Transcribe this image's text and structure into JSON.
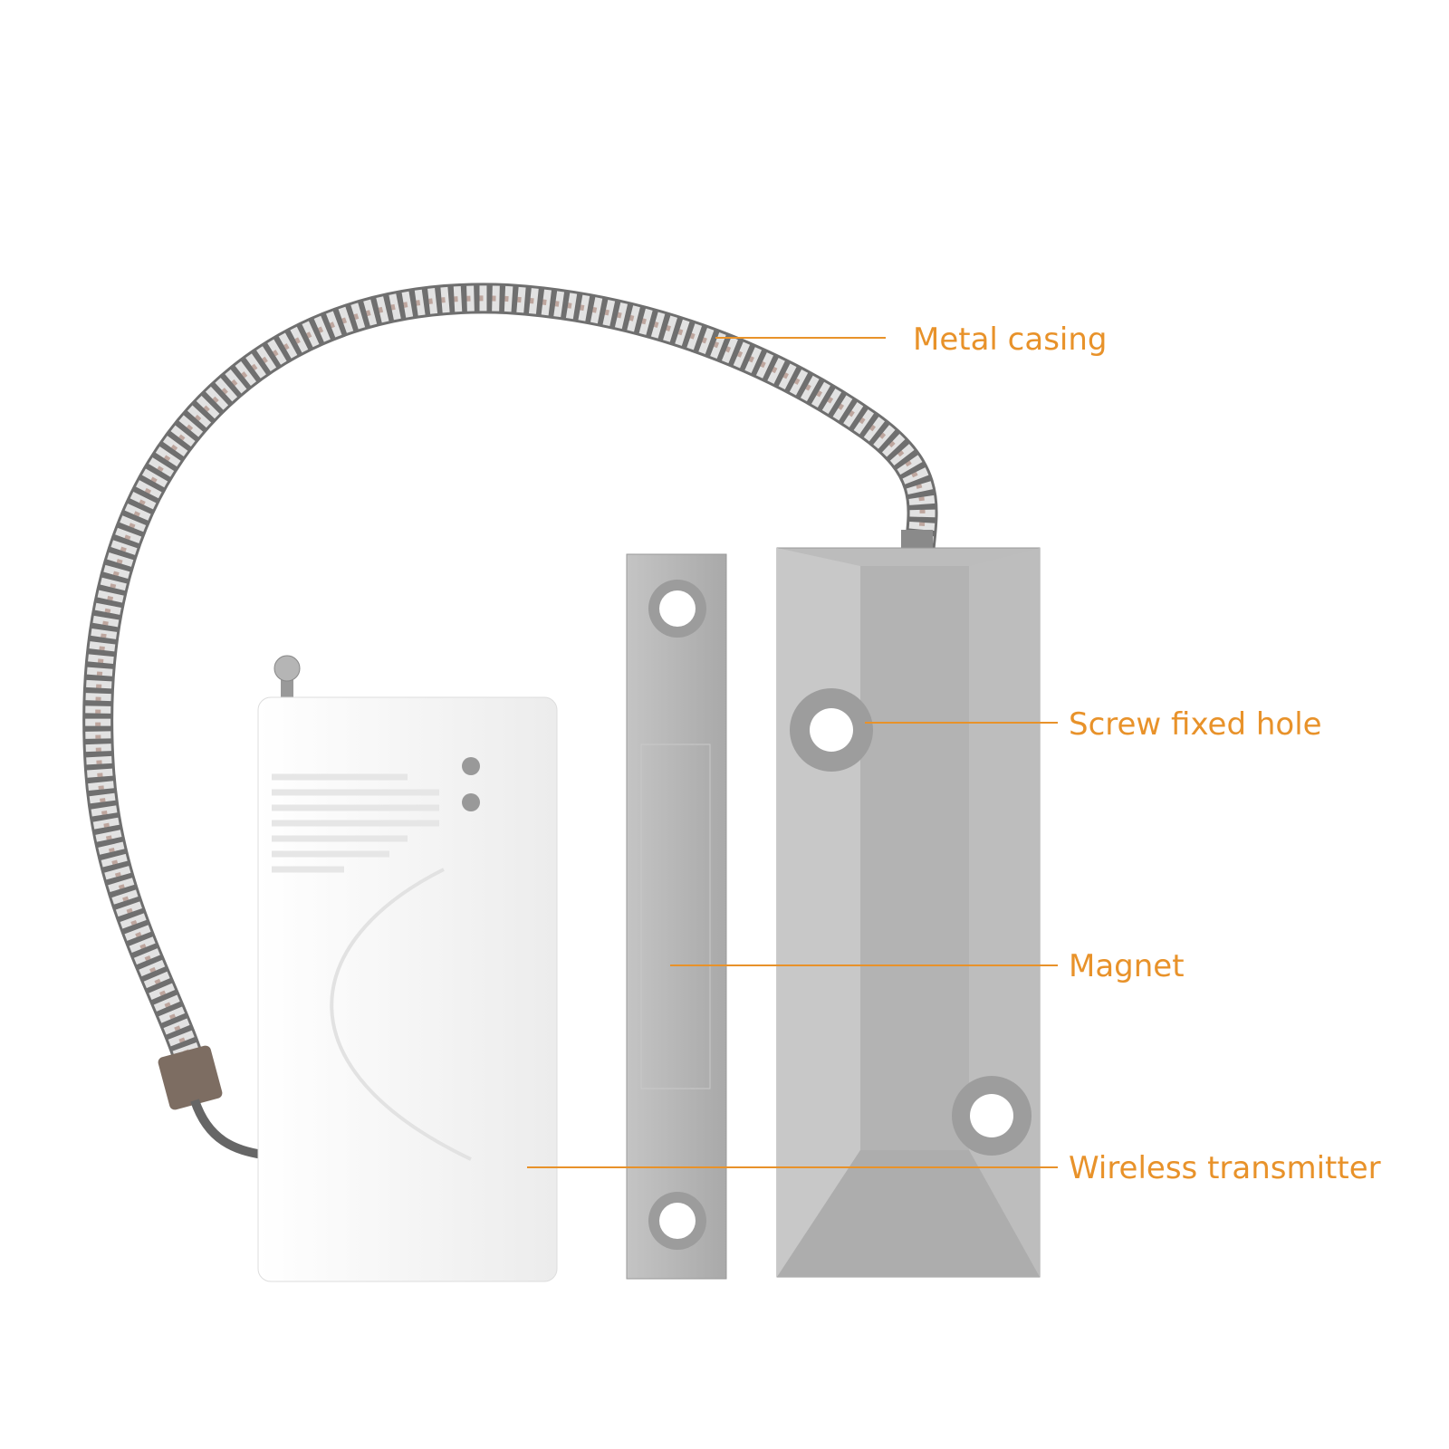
{
  "colors": {
    "accent": "#E8922A",
    "metal": "#b9b9b9",
    "transmitter": "#f7f7f7"
  },
  "labels": {
    "metal_casing": "Metal casing",
    "screw_fixed_hole": "Screw fixed hole",
    "magnet": "Magnet",
    "wireless_transmitter": "Wireless transmitter"
  }
}
